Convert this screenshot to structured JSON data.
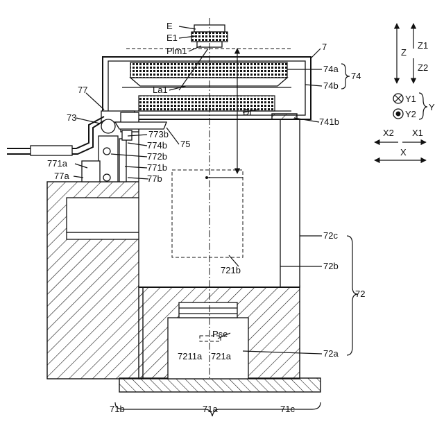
{
  "labels": {
    "E": "E",
    "E1": "E1",
    "Pim1": "Pim1",
    "n7": "7",
    "n74a": "74a",
    "n74": "74",
    "n74b": "74b",
    "La1": "La1",
    "n77": "77",
    "n73": "73",
    "Df": "Df",
    "n741b": "741b",
    "n773b": "773b",
    "n75": "75",
    "n774b": "774b",
    "n772b": "772b",
    "n771a": "771a",
    "n771b": "771b",
    "n77a": "77a",
    "n77b": "77b",
    "n72c": "72c",
    "n72b": "72b",
    "n721b": "721b",
    "n72": "72",
    "Pse": "Pse",
    "n7211a": "7211a",
    "n721a": "721a",
    "n72a": "72a",
    "n71b": "71b",
    "n71a": "71a",
    "n71c": "71c"
  },
  "axes": {
    "Z": "Z",
    "Z1": "Z1",
    "Z2": "Z2",
    "Y1": "Y1",
    "Y2": "Y2",
    "Y": "Y",
    "X2": "X2",
    "X1": "X1",
    "X": "X"
  }
}
